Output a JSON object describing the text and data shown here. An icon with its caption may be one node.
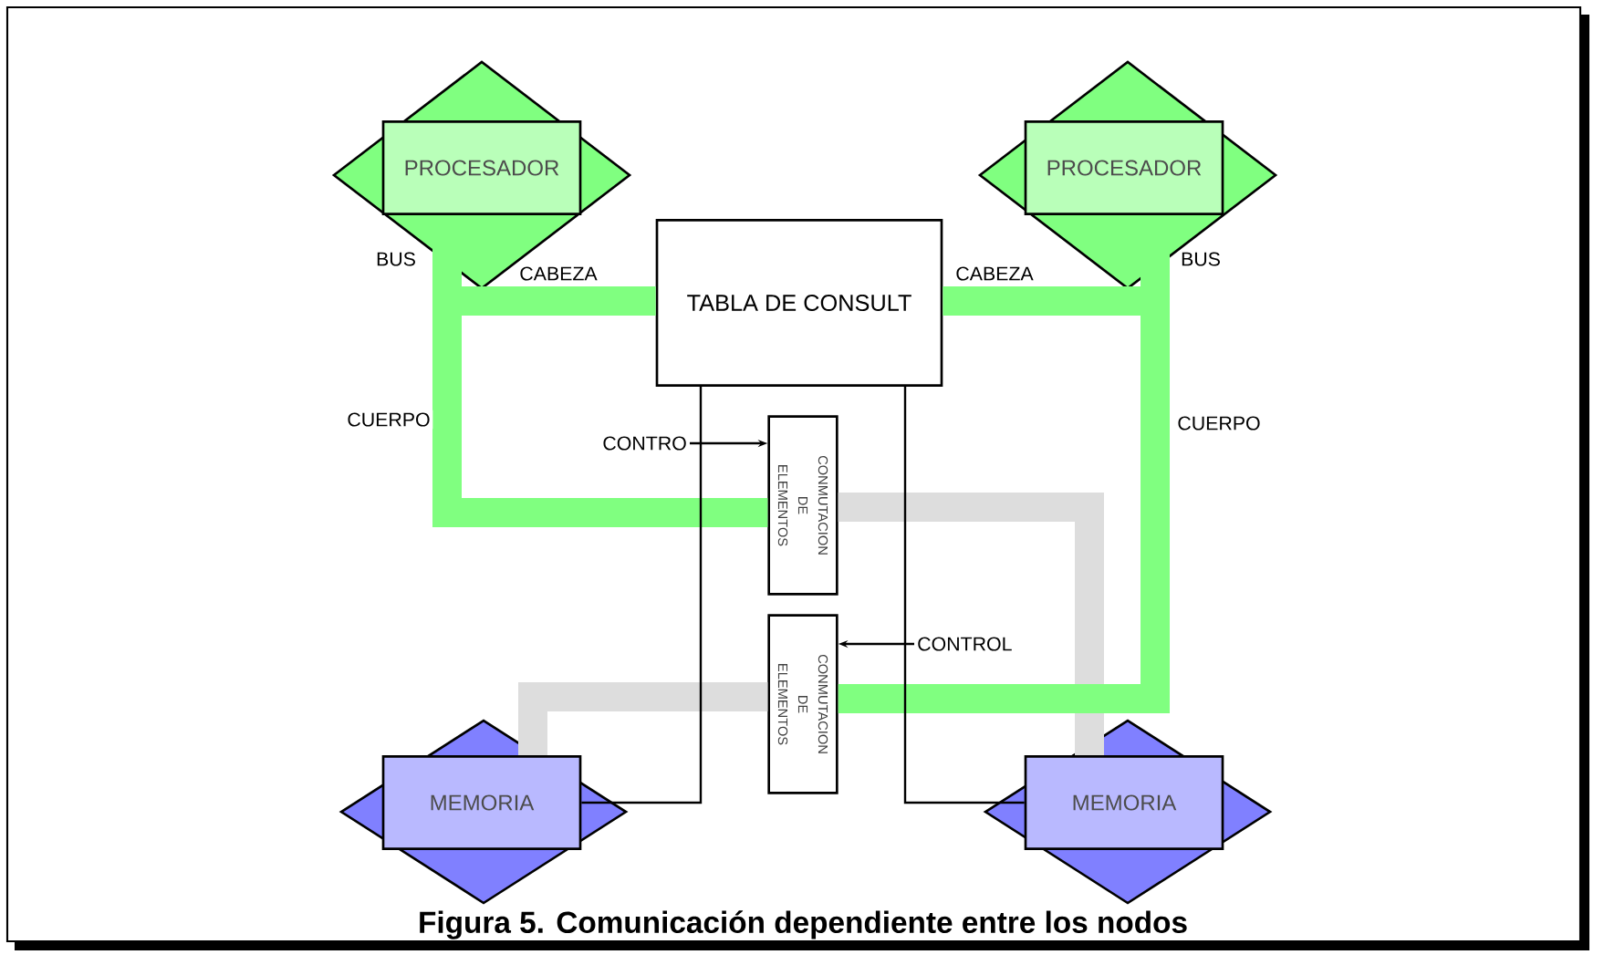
{
  "diagram": {
    "caption": "Figura 5. Comunicación dependiente entre los nodos",
    "nodes": [
      {
        "text": [
          "PROCESADOR"
        ]
      },
      {
        "text": [
          "PROCESADOR"
        ]
      },
      {
        "text": [
          "TABLA DE CONSULT"
        ]
      },
      {
        "text": [
          "ELEMENTOS",
          "DE",
          "CONMUTACION"
        ]
      },
      {
        "text": [
          "ELEMENTOS",
          "DE",
          "CONMUTACION"
        ]
      },
      {
        "text": [
          "MEMORIA"
        ]
      },
      {
        "text": [
          "MEMORIA"
        ]
      },
      {
        "text": [
          "CONTRO"
        ]
      },
      {
        "text": [
          "CONTROL"
        ]
      }
    ],
    "edges": [
      {
        "from": 0,
        "to": 2,
        "arrow": "none",
        "label": "CABEZA",
        "color": "#80ff80"
      },
      {
        "from": 0,
        "to": 3,
        "arrow": "none",
        "label": "CUERPO",
        "color": "#80ff80"
      },
      {
        "from": 3,
        "to": 6,
        "arrow": "none",
        "color": "#dddddd"
      },
      {
        "from": 1,
        "to": 2,
        "arrow": "none",
        "label": "CABEZA",
        "color": "#80ff80"
      },
      {
        "from": 1,
        "to": 4,
        "arrow": "none",
        "label": "CUERPO",
        "color": "#80ff80"
      },
      {
        "from": 4,
        "to": 5,
        "arrow": "none",
        "color": "#dddddd"
      },
      {
        "from": 2,
        "to": 5,
        "arrow": "none",
        "color": "#000000"
      },
      {
        "from": 2,
        "to": 6,
        "arrow": "none",
        "color": "#000000"
      },
      {
        "from": 7,
        "to": 3,
        "arrow": "to",
        "color": "#000000"
      },
      {
        "from": 8,
        "to": 4,
        "arrow": "to",
        "color": "#000000"
      }
    ],
    "labels": [
      "BUS",
      "BUS"
    ]
  }
}
